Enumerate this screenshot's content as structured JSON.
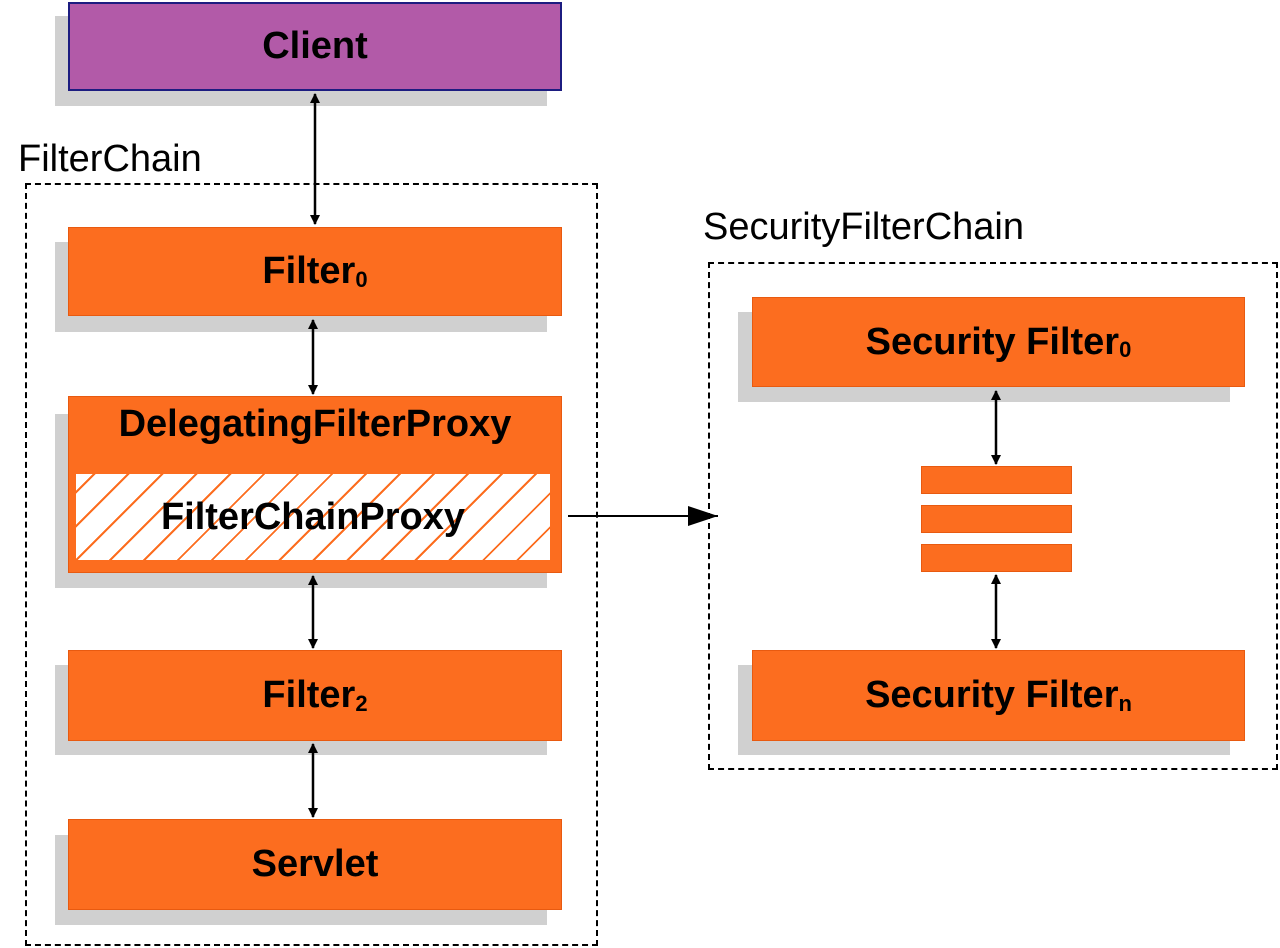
{
  "client": {
    "label": "Client"
  },
  "filter_chain": {
    "title": "FilterChain",
    "filter0": {
      "label": "Filter",
      "sub": "0"
    },
    "delegating": {
      "label": "DelegatingFilterProxy"
    },
    "proxy": {
      "label": "FilterChainProxy"
    },
    "filter2": {
      "label": "Filter",
      "sub": "2"
    },
    "servlet": {
      "label": "Servlet"
    }
  },
  "security_filter_chain": {
    "title": "SecurityFilterChain",
    "filter0": {
      "label": "Security Filter",
      "sub": "0"
    },
    "filtern": {
      "label": "Security Filter",
      "sub": "n"
    }
  },
  "colors": {
    "filter": "#fc6d1f",
    "client": "#b25aa8",
    "shadow": "#d0d0d0"
  }
}
